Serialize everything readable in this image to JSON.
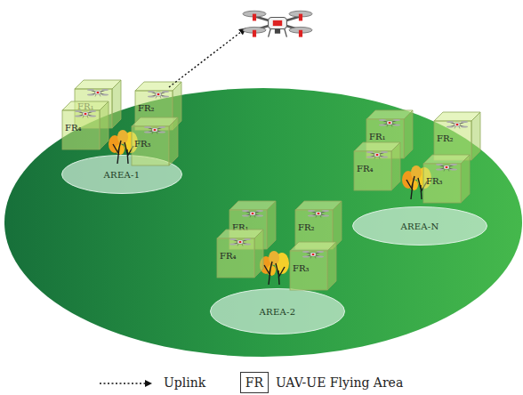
{
  "diagram": {
    "nodes": [
      {
        "text": [
          "FR₁"
        ]
      },
      {
        "text": [
          "FR₂"
        ]
      },
      {
        "text": [
          "FR₄"
        ]
      },
      {
        "text": [
          "FR₃"
        ]
      },
      {
        "text": [
          "AREA-1"
        ]
      },
      {
        "text": [
          "FR₁"
        ]
      },
      {
        "text": [
          "FR₂"
        ]
      },
      {
        "text": [
          "FR₄"
        ]
      },
      {
        "text": [
          "FR₃"
        ]
      },
      {
        "text": [
          "AREA-N"
        ]
      },
      {
        "text": [
          "FR₁"
        ]
      },
      {
        "text": [
          "FR₂"
        ]
      },
      {
        "text": [
          "FR₄"
        ]
      },
      {
        "text": [
          "FR₃"
        ]
      },
      {
        "text": [
          "AREA-2"
        ]
      }
    ],
    "labels": [
      "FR"
    ],
    "legend": [
      {
        "text": "Uplink"
      },
      {
        "text": "UAV-UE Flying Area"
      }
    ]
  }
}
